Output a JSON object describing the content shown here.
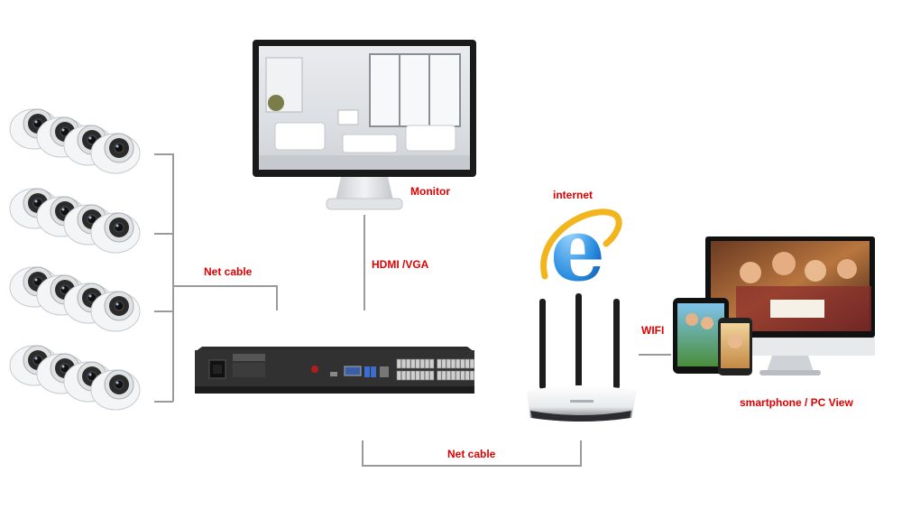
{
  "labels": {
    "monitor": "Monitor",
    "hdmi_vga": "HDMI /VGA",
    "net_cable_left": "Net cable",
    "net_cable_bottom": "Net cable",
    "internet": "internet",
    "wifi": "WIFI",
    "smartphone_pc_view": "smartphone / PC View"
  },
  "colors": {
    "label_red": "#e00000",
    "connector_line": "#9a9a9a",
    "nvr_body": "#2a2a2a",
    "ie_blue": "#1e78d0"
  }
}
